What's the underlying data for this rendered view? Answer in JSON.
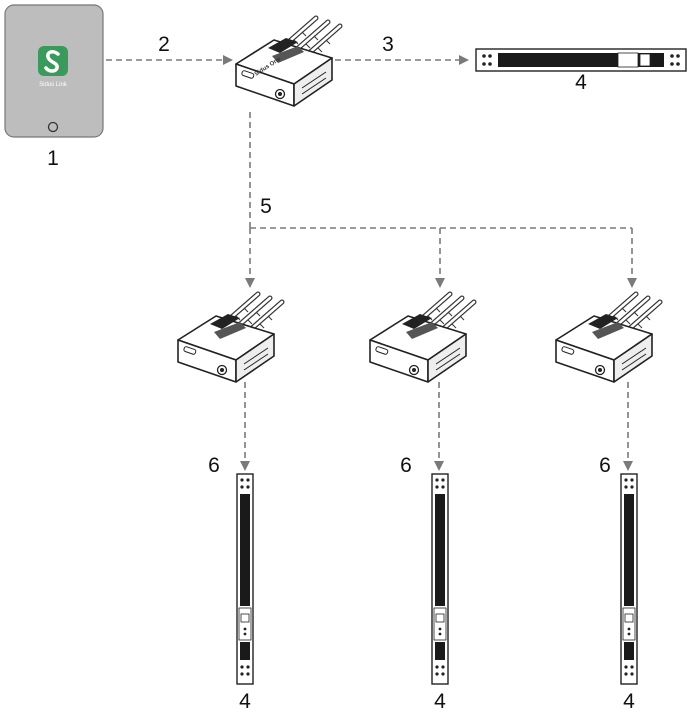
{
  "tablet": {
    "app_label": "Sidus Link",
    "caption": "1"
  },
  "labels": {
    "link_2": "2",
    "link_3": "3",
    "link_5": "5",
    "light_top": "4",
    "link_6_a": "6",
    "link_6_b": "6",
    "link_6_c": "6",
    "light_a": "4",
    "light_b": "4",
    "light_c": "4"
  },
  "device": {
    "brand": "Sidus One"
  },
  "colors": {
    "arrow": "#7a7a7a",
    "tablet_body": "#bdbdbd",
    "app_icon": "#3a9a5c",
    "light_bar": "#1a1a1a"
  }
}
